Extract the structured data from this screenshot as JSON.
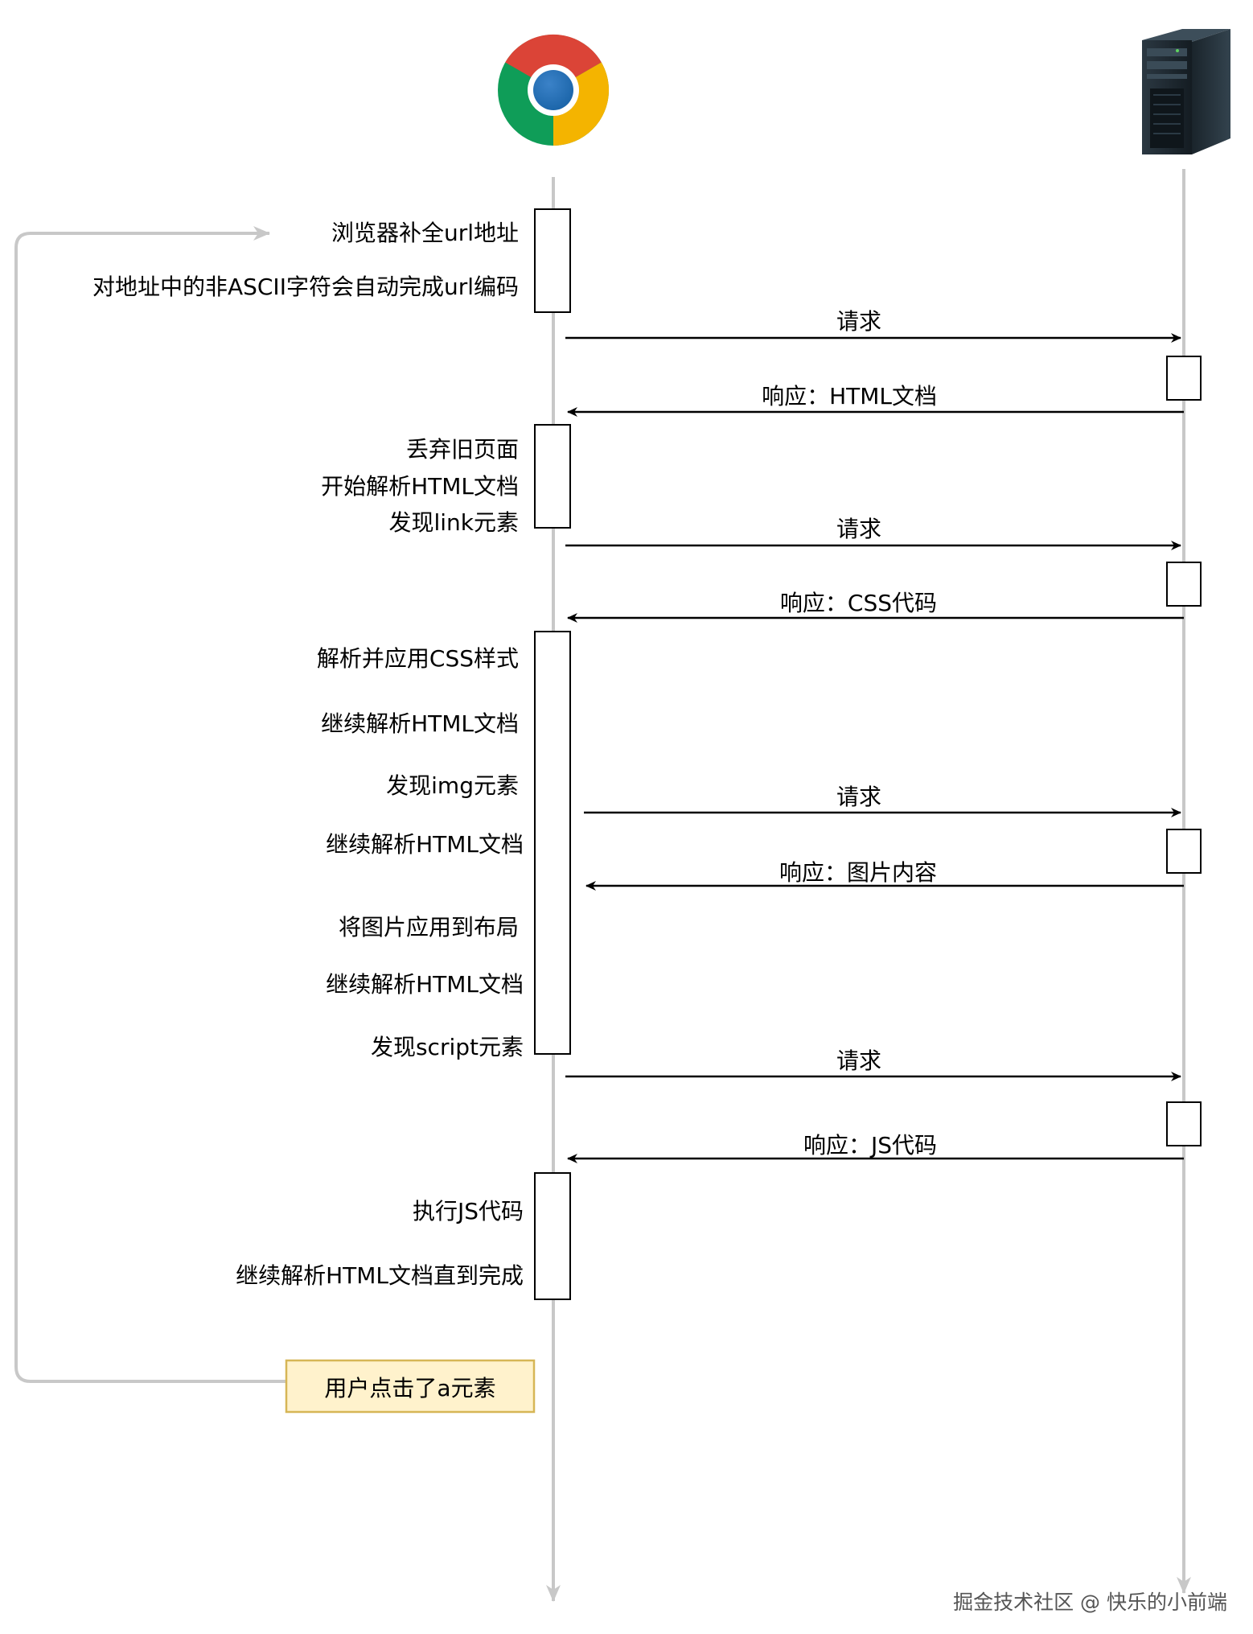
{
  "participants": {
    "browser": {
      "icon": "chrome-browser-icon"
    },
    "server": {
      "icon": "server-tower-icon"
    }
  },
  "browser_notes": {
    "n1": "浏览器补全url地址",
    "n2": "对地址中的非ASCII字符会自动完成url编码",
    "n3": "丢弃旧页面",
    "n4": "开始解析HTML文档",
    "n5": "发现link元素",
    "n6": "解析并应用CSS样式",
    "n7": "继续解析HTML文档",
    "n8": "发现img元素",
    "n9": "继续解析HTML文档",
    "n10": "将图片应用到布局",
    "n11": "继续解析HTML文档",
    "n12": "发现script元素",
    "n13": "执行JS代码",
    "n14": "继续解析HTML文档直到完成"
  },
  "messages": {
    "req1": "请求",
    "res1": "响应：HTML文档",
    "req2": "请求",
    "res2": "响应：CSS代码",
    "req3": "请求",
    "res3": "响应：图片内容",
    "req4": "请求",
    "res4": "响应：JS代码"
  },
  "trigger_note": "用户点击了a元素",
  "watermark": "掘金技术社区 @ 快乐的小前端",
  "colors": {
    "lifeline": "#c8c8c8",
    "loop": "#c8c8c8",
    "note_fill": "#fff2cc",
    "note_border": "#d6b656",
    "chrome_red": "#db4437",
    "chrome_green": "#0f9d58",
    "chrome_yellow": "#f4b400",
    "chrome_blue": "#1a64a8",
    "server_dark": "#1e2a33"
  }
}
